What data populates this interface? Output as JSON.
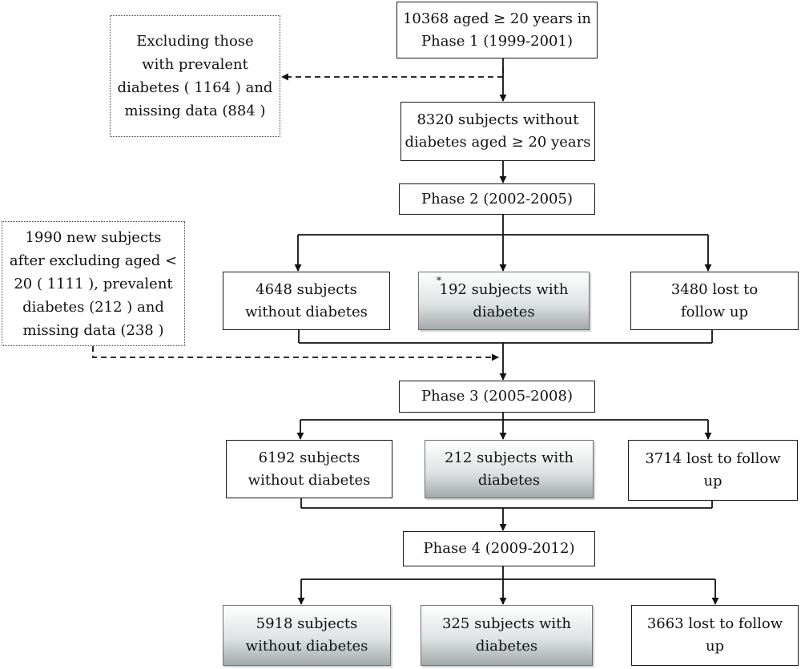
{
  "phase1": {
    "lines": [
      "10368  aged  ≥ 20 years in",
      "Phase 1 (1999-2001)"
    ]
  },
  "exclude1": {
    "lines": [
      "Excluding those",
      "with prevalent",
      "diabetes ( 1164 ) and",
      "missing data (884 )"
    ]
  },
  "subjects_without_diabetes": {
    "lines": [
      "8320  subjects without",
      "diabetes aged  ≥ 20 years"
    ]
  },
  "phase2": {
    "label": "Phase 2 (2002-2005)"
  },
  "new_subjects": {
    "lines": [
      "1990  new subjects",
      "after excluding aged <",
      "20 (  1111  ), prevalent",
      "diabetes (212  ) and",
      "missing data (238 )"
    ]
  },
  "phase2_outcomes": {
    "without": {
      "lines": [
        "4648  subjects",
        "without diabetes"
      ]
    },
    "with": {
      "marker": "*",
      "lines": [
        "192 subjects with",
        "diabetes"
      ]
    },
    "lost": {
      "lines": [
        "3480  lost to",
        "follow up"
      ]
    }
  },
  "phase3": {
    "label": "Phase 3 (2005-2008)"
  },
  "phase3_outcomes": {
    "without": {
      "lines": [
        "6192  subjects",
        "without diabetes"
      ]
    },
    "with": {
      "lines": [
        "212 subjects with",
        "diabetes"
      ]
    },
    "lost": {
      "lines": [
        "3714   lost to follow",
        "up"
      ]
    }
  },
  "phase4": {
    "label": "Phase 4 (2009-2012)"
  },
  "phase4_outcomes": {
    "without": {
      "lines": [
        "5918 subjects",
        "without diabetes"
      ]
    },
    "with": {
      "lines": [
        "325 subjects with",
        "diabetes"
      ]
    },
    "lost": {
      "lines": [
        "3663  lost to follow",
        "up"
      ]
    }
  }
}
